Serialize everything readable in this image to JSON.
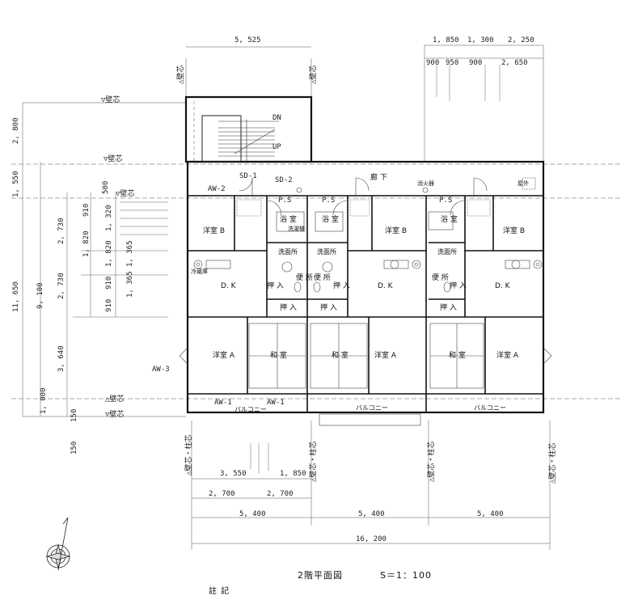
{
  "title": "2階平面図",
  "scale": "S＝1：100",
  "notes_heading": "註 記",
  "dims_top": {
    "stair_width": "5, 525",
    "right_a": [
      "1, 850",
      "1, 300",
      "2, 250"
    ],
    "right_b": [
      "900",
      "950",
      "900",
      "2, 650"
    ]
  },
  "dims_left": {
    "outer": [
      "2, 800",
      "1, 550",
      "11, 650",
      "1, 000",
      "150"
    ],
    "mid": [
      "2, 730",
      "2, 730",
      "9, 100",
      "3, 640",
      "150"
    ],
    "inner": [
      "500",
      "910",
      "1, 820",
      "1, 820",
      "910",
      "910"
    ],
    "inner2": [
      "1, 320",
      "1, 365",
      "1, 365"
    ]
  },
  "dims_bottom": {
    "row1": [
      "3, 550",
      "1, 850"
    ],
    "row2": [
      "2, 700",
      "2, 700"
    ],
    "row3": [
      "5, 400",
      "5, 400",
      "5, 400"
    ],
    "total": "16, 200"
  },
  "markers": {
    "wall_center": "▽壁芯",
    "wall_center_up": "△壁芯",
    "wall_col": "△壁芯・柱芯"
  },
  "labels": {
    "corridor": "廊 下",
    "dn": "DN",
    "up": "UP",
    "sd1": "SD-1",
    "sd2": "SD-2",
    "aw2": "AW-2",
    "aw3": "AW-3",
    "aw1a": "AW-1",
    "aw1b": "AW-1",
    "ps": "P.S",
    "extinguisher": "消火器",
    "meter": "屋外",
    "balcony": "バルコニー"
  },
  "rooms": {
    "western_b": "洋室 B",
    "western_a": "洋室 A",
    "bath": "浴 室",
    "washroom": "洗面所",
    "toilet": "便 所",
    "dk": "D. K",
    "closet": "押 入",
    "japanese": "和 室",
    "laundry": "洗濯機",
    "fridge": "冷蔵庫"
  }
}
